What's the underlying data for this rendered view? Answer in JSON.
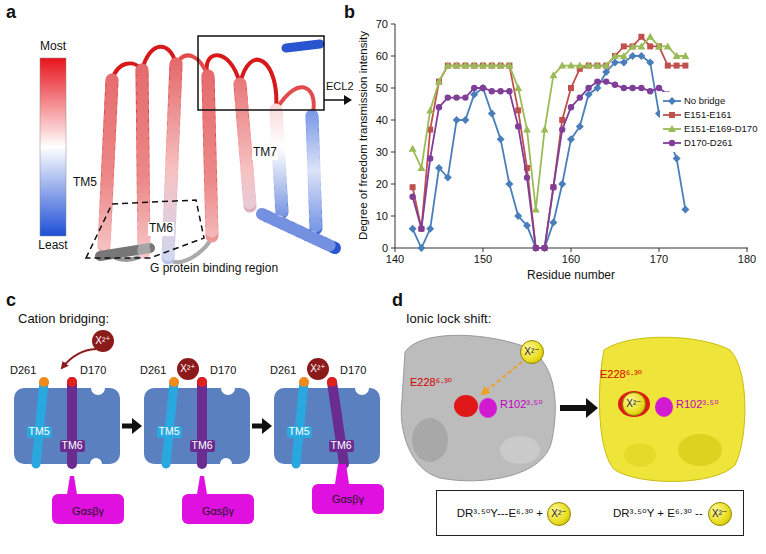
{
  "diagram": {
    "nodes": [
      {
        "text": [
          "TM5",
          "TM6"
        ]
      },
      {
        "text": [
          "X²⁺"
        ]
      },
      {
        "text": [
          "Gαsβγ"
        ]
      },
      {
        "text": [
          "TM5",
          "TM6"
        ]
      },
      {
        "text": [
          "X²⁺"
        ]
      },
      {
        "text": [
          "Gαsβγ"
        ]
      },
      {
        "text": [
          "TM5",
          "TM6"
        ]
      },
      {
        "text": [
          "X²⁺"
        ]
      },
      {
        "text": [
          "Gαsβγ"
        ]
      },
      {
        "text": [
          "X²⁻"
        ]
      },
      {
        "text": [
          "X²⁻"
        ]
      },
      {
        "text": [
          "DR³·⁵⁰Y---E⁶·³⁰ +",
          "DR³·⁵⁰Y + E⁶·³⁰ --"
        ]
      },
      {
        "text": [
          "X²⁻"
        ],
        "in": 11
      },
      {
        "text": [
          "X²⁻"
        ],
        "in": 11
      }
    ],
    "edges": [
      {
        "from": 0,
        "to": 3,
        "arrow": "to"
      },
      {
        "from": 3,
        "to": 6,
        "arrow": "to"
      }
    ],
    "labels": [
      "a",
      "Most",
      "Least",
      "ECL2",
      "TM5",
      "TM7",
      "TM6",
      "G protein binding region",
      "b",
      "0",
      "10",
      "20",
      "30",
      "40",
      "50",
      "60",
      "70",
      "140",
      "150",
      "160",
      "170",
      "180",
      "Residue number",
      "Degree of freedom transmission intensity",
      "c",
      "Cation bridging:",
      "D261",
      "D170",
      "D261",
      "D170",
      "D261",
      "D170",
      "d",
      "Ionic lock shift:",
      "E228⁶·³⁰",
      "R102³·⁵⁰",
      "E228⁶·³⁰",
      "R102³·⁵⁰"
    ],
    "legend": [
      {
        "text": "No bridge"
      },
      {
        "text": "E151-E161"
      },
      {
        "text": "E151-E169-D170"
      },
      {
        "text": "D170-D261"
      }
    ]
  }
}
